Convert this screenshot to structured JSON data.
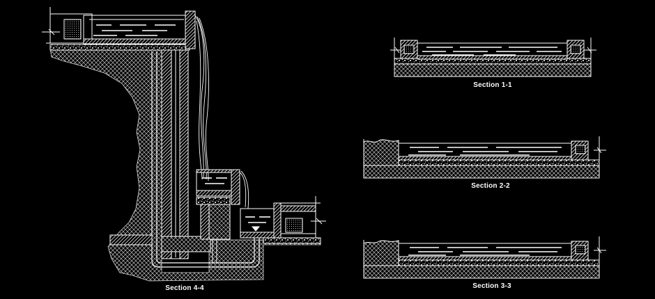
{
  "sections": [
    {
      "id": "4-4",
      "label": "Section 4-4"
    },
    {
      "id": "1-1",
      "label": "Section 1-1"
    },
    {
      "id": "2-2",
      "label": "Section 2-2"
    },
    {
      "id": "3-3",
      "label": "Section 3-3"
    }
  ],
  "colors": {
    "background": "#000000",
    "lines": "#ffffff",
    "hatch": "#cfcfcf"
  }
}
